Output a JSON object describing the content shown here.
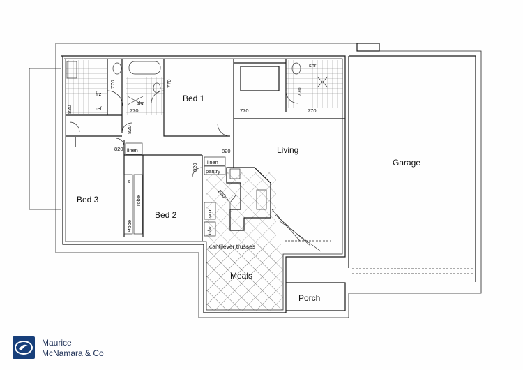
{
  "rooms": {
    "bed1": "Bed 1",
    "bed2": "Bed 2",
    "bed3": "Bed 3",
    "living": "Living",
    "garage": "Garage",
    "meals": "Meals",
    "porch": "Porch"
  },
  "fixtures": {
    "shr": "shr",
    "frz": "frz",
    "ref": "ref",
    "linen": "linen",
    "pantry": "pantry",
    "robe": "robe",
    "s": "s",
    "wo": "w.o.",
    "dw": "d/w",
    "cantilever": "cantilever trusses"
  },
  "dimensions": {
    "d770": "770",
    "d820": "820"
  },
  "agency": {
    "line1": "Maurice",
    "line2": "McNamara & Co",
    "brand_color": "#173f7a"
  }
}
